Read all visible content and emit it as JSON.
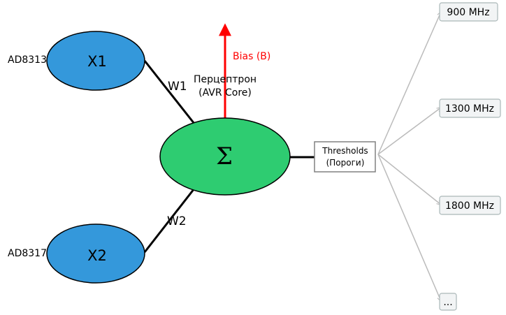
{
  "inputs": [
    {
      "node_label": "X1",
      "sensor_label": "AD8313",
      "weight_label": "W1"
    },
    {
      "node_label": "X2",
      "sensor_label": "AD8317",
      "weight_label": "W2"
    }
  ],
  "core": {
    "symbol": "Σ",
    "caption_line1": "Перцептрон",
    "caption_line2": "(AVR Core)"
  },
  "bias": {
    "label": "Bias (B)"
  },
  "thresholds": {
    "line1": "Thresholds",
    "line2": "(Пороги)"
  },
  "outputs": [
    "900 MHz",
    "1300 MHz",
    "1800 MHz",
    "..."
  ],
  "colors": {
    "input_fill": "#3498DB",
    "core_fill": "#2ECC71",
    "bias": "#FF0000",
    "output_line": "#BBBBBB",
    "output_box_fill": "#F2F4F5",
    "output_box_border": "#AAB7B8",
    "threshold_border": "#808080"
  }
}
